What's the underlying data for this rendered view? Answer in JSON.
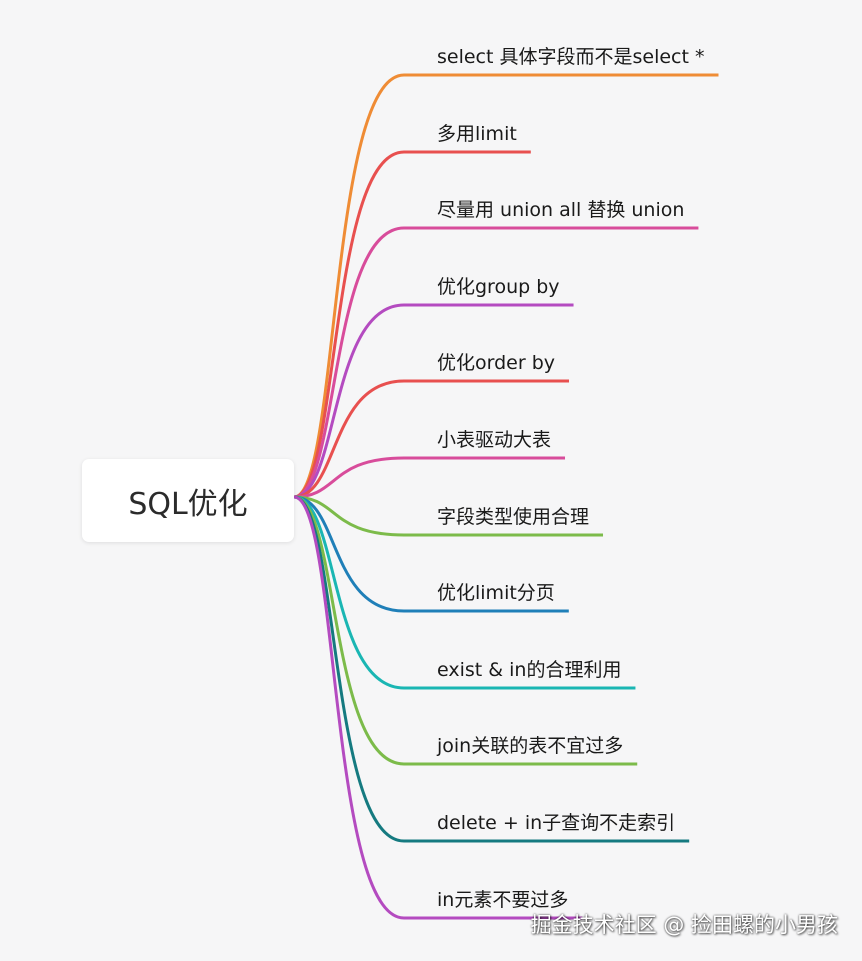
{
  "root": {
    "label": "SQL优化"
  },
  "branches": [
    {
      "label": "select 具体字段而不是select *",
      "color": "#ef8c35"
    },
    {
      "label": "多用limit",
      "color": "#e8504f"
    },
    {
      "label": "尽量用 union all 替换 union",
      "color": "#d84c9b"
    },
    {
      "label": "优化group by",
      "color": "#b44bc0"
    },
    {
      "label": "优化order by",
      "color": "#e8504f"
    },
    {
      "label": "小表驱动大表",
      "color": "#d84c9b"
    },
    {
      "label": "字段类型使用合理",
      "color": "#7cbb4a"
    },
    {
      "label": "优化limit分页",
      "color": "#1f7fb8"
    },
    {
      "label": "exist & in的合理利用",
      "color": "#1ab6b3"
    },
    {
      "label": "join关联的表不宜过多",
      "color": "#7cbb4a"
    },
    {
      "label": "delete + in子查询不走索引",
      "color": "#157a80"
    },
    {
      "label": "in元素不要过多",
      "color": "#b44bc0"
    }
  ],
  "watermark": "掘金技术社区 @ 捡田螺的小男孩"
}
